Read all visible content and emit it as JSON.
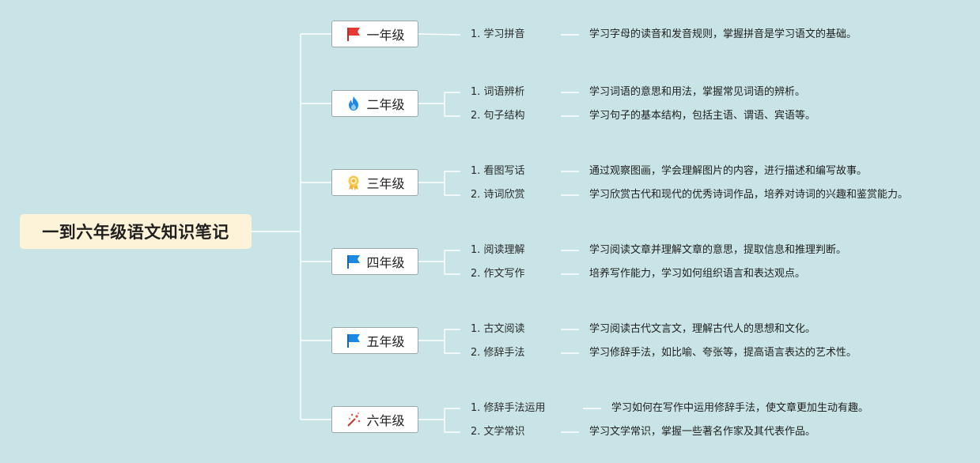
{
  "root": {
    "title": "一到六年级语文知识笔记"
  },
  "colors": {
    "background": "#c9e4e6",
    "root_fill": "#fdf3d8",
    "line": "#ffffff",
    "node_border": "#9aa9ab"
  },
  "grades": [
    {
      "label": "一年级",
      "icon": "red-flag-icon",
      "topics": [
        {
          "name": "1. 学习拼音",
          "desc": "学习字母的读音和发音规则，掌握拼音是学习语文的基础。"
        }
      ]
    },
    {
      "label": "二年级",
      "icon": "flame-icon",
      "topics": [
        {
          "name": "1. 词语辨析",
          "desc": "学习词语的意思和用法，掌握常见词语的辨析。"
        },
        {
          "name": "2. 句子结构",
          "desc": "学习句子的基本结构，包括主语、谓语、宾语等。"
        }
      ]
    },
    {
      "label": "三年级",
      "icon": "award-ribbon-icon",
      "topics": [
        {
          "name": "1. 看图写话",
          "desc": "通过观察图画，学会理解图片的内容，进行描述和编写故事。"
        },
        {
          "name": "2. 诗词欣赏",
          "desc": "学习欣赏古代和现代的优秀诗词作品，培养对诗词的兴趣和鉴赏能力。"
        }
      ]
    },
    {
      "label": "四年级",
      "icon": "blue-flag-icon",
      "topics": [
        {
          "name": "1. 阅读理解",
          "desc": "学习阅读文章并理解文章的意思，提取信息和推理判断。"
        },
        {
          "name": "2. 作文写作",
          "desc": "培养写作能力，学习如何组织语言和表达观点。"
        }
      ]
    },
    {
      "label": "五年级",
      "icon": "blue-flag-icon",
      "topics": [
        {
          "name": "1. 古文阅读",
          "desc": "学习阅读古代文言文，理解古代人的思想和文化。"
        },
        {
          "name": "2. 修辞手法",
          "desc": "学习修辞手法，如比喻、夸张等，提高语言表达的艺术性。"
        }
      ]
    },
    {
      "label": "六年级",
      "icon": "sparkle-wand-icon",
      "topics": [
        {
          "name": "1. 修辞手法运用",
          "desc": "学习如何在写作中运用修辞手法，使文章更加生动有趣。"
        },
        {
          "name": "2. 文学常识",
          "desc": "学习文学常识，掌握一些著名作家及其代表作品。"
        }
      ]
    }
  ]
}
